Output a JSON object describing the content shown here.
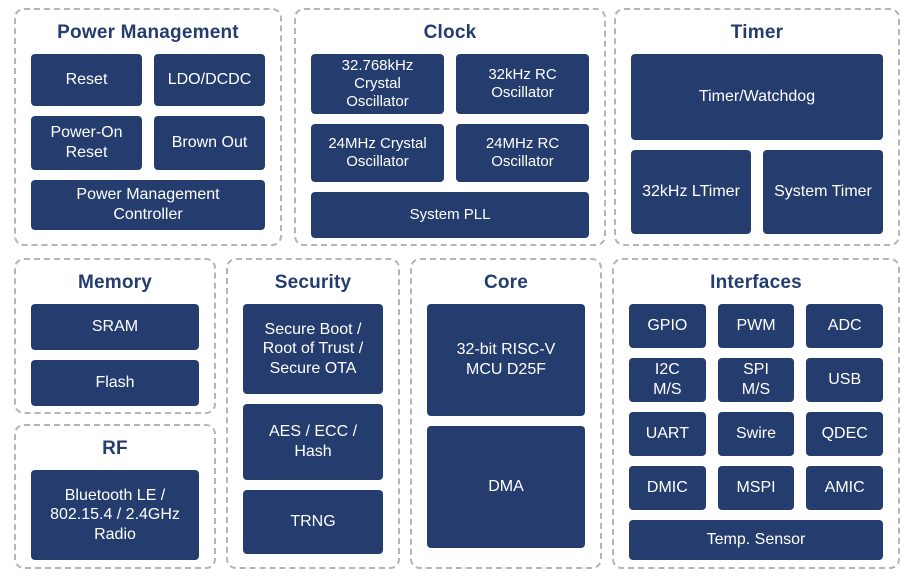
{
  "colors": {
    "block_bg": "#243d6e",
    "block_text": "#ffffff",
    "title_text": "#243d6e",
    "group_border": "#b5b5b5"
  },
  "groups": {
    "power_management": {
      "title": "Power Management",
      "blocks": [
        "Reset",
        "LDO/DCDC",
        "Power-On Reset",
        "Brown Out",
        "Power Management Controller"
      ]
    },
    "clock": {
      "title": "Clock",
      "blocks": [
        "32.768kHz Crystal Oscillator",
        "32kHz RC Oscillator",
        "24MHz Crystal Oscillator",
        "24MHz RC Oscillator",
        "System PLL"
      ]
    },
    "timer": {
      "title": "Timer",
      "blocks": [
        "Timer/Watchdog",
        "32kHz LTimer",
        "System Timer"
      ]
    },
    "memory": {
      "title": "Memory",
      "blocks": [
        "SRAM",
        "Flash"
      ]
    },
    "rf": {
      "title": "RF",
      "blocks": [
        "Bluetooth LE / 802.15.4 / 2.4GHz Radio"
      ]
    },
    "security": {
      "title": "Security",
      "blocks": [
        "Secure Boot / Root of Trust / Secure OTA",
        "AES / ECC / Hash",
        "TRNG"
      ]
    },
    "core": {
      "title": "Core",
      "blocks": [
        "32-bit RISC-V MCU D25F",
        "DMA"
      ]
    },
    "interfaces": {
      "title": "Interfaces",
      "blocks": [
        "GPIO",
        "PWM",
        "ADC",
        "I2C M/S",
        "SPI M/S",
        "USB",
        "UART",
        "Swire",
        "QDEC",
        "DMIC",
        "MSPI",
        "AMIC",
        "Temp. Sensor"
      ]
    }
  }
}
